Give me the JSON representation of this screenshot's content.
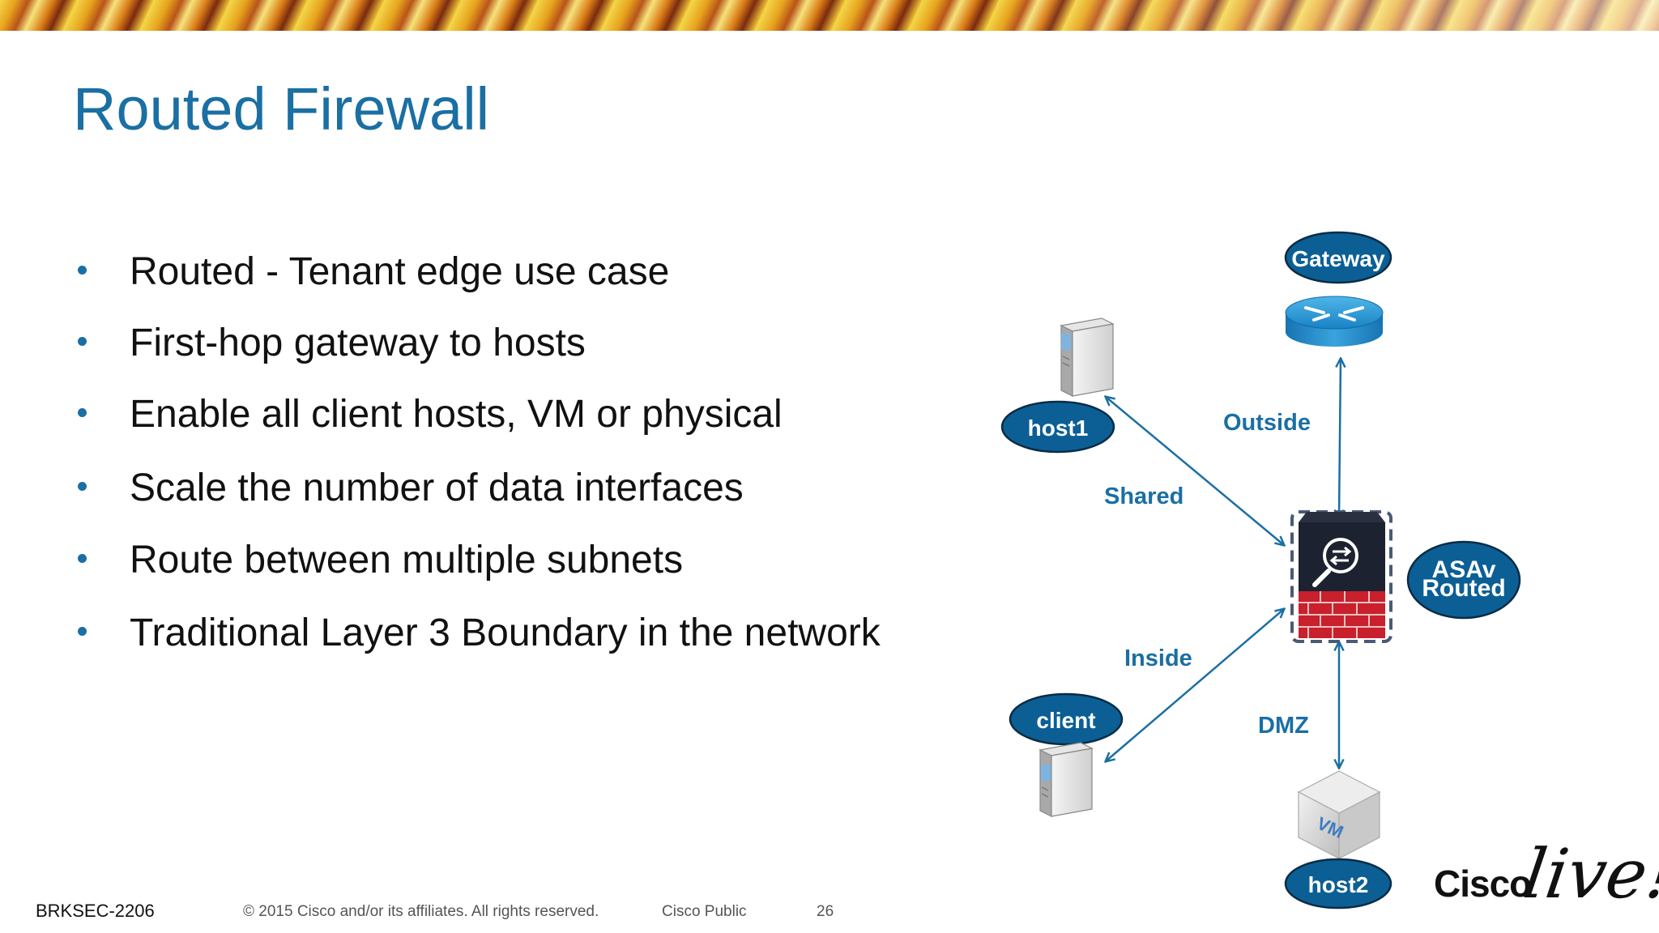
{
  "title": "Routed Firewall",
  "bullets": [
    "Routed - Tenant edge use case",
    "First-hop gateway to hosts",
    "Enable all client hosts, VM or physical",
    "Scale the number of data interfaces",
    "Route between multiple subnets",
    "Traditional Layer 3 Boundary in the network"
  ],
  "diagram": {
    "nodes": {
      "gateway": "Gateway",
      "host1": "host1",
      "asav_line1": "ASAv",
      "asav_line2": "Routed",
      "client": "client",
      "host2": "host2",
      "vm_badge": "VM"
    },
    "links": {
      "outside": "Outside",
      "shared": "Shared",
      "inside": "Inside",
      "dmz": "DMZ"
    },
    "colors": {
      "accent": "#1a6fa3",
      "node_fill": "#0b5f95",
      "firewall_brick": "#c8202c"
    }
  },
  "footer": {
    "session_code": "BRKSEC-2206",
    "copyright": "© 2015 Cisco and/or its affiliates. All rights reserved.",
    "classification": "Cisco Public",
    "page_number": "26"
  },
  "logo": {
    "brand": "Cisco",
    "event": "live!"
  }
}
